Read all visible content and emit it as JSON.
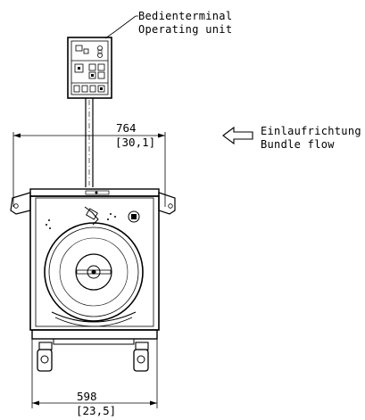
{
  "labels": {
    "operating_unit_de": "Bedienterminal",
    "operating_unit_en": "Operating unit",
    "flow_de": "Einlaufrichtung",
    "flow_en": "Bundle flow"
  },
  "dimensions": {
    "overall_width_mm": "764",
    "overall_width_in": "[30,1]",
    "base_width_mm": "598",
    "base_width_in": "[23,5]"
  },
  "icons": [
    "flow-direction-arrow-icon"
  ]
}
